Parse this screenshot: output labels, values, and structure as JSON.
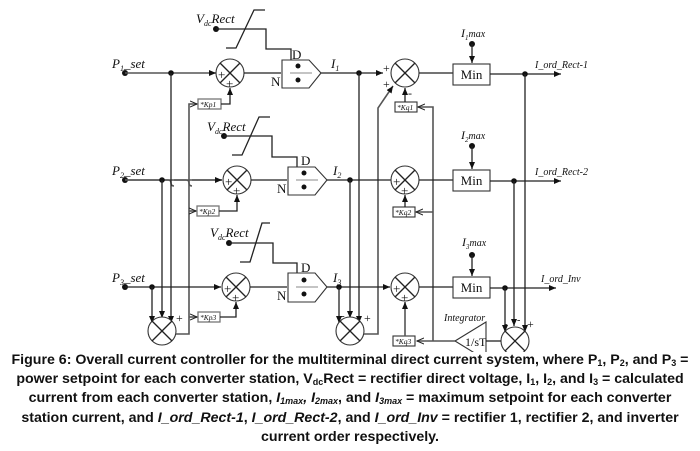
{
  "figure": {
    "number_label": "Figure 6:",
    "caption_lines": [
      [
        {
          "t": "Figure 6: Overall current controller for the multiterminal direct current system, where P"
        },
        {
          "sub": "1"
        },
        {
          "t": ", P"
        },
        {
          "sub": "2"
        },
        {
          "t": ", and P"
        },
        {
          "sub": "3"
        },
        {
          "t": " ="
        }
      ],
      [
        {
          "t": "power setpoint for each converter station, V"
        },
        {
          "sub": "dc"
        },
        {
          "t": "Rect = rectifier direct voltage, I"
        },
        {
          "sub": "1"
        },
        {
          "t": ", I"
        },
        {
          "sub": "2"
        },
        {
          "t": ", and I"
        },
        {
          "sub": "3"
        },
        {
          "t": " = calculated"
        }
      ],
      [
        {
          "t": "current from each converter station, "
        },
        {
          "i": "I"
        },
        {
          "isub": "1max"
        },
        {
          "i": ", I"
        },
        {
          "isub": "2max"
        },
        {
          "t": ", and "
        },
        {
          "i": "I"
        },
        {
          "isub": "3max"
        },
        {
          "t": " = maximum setpoint for each converter"
        }
      ],
      [
        {
          "t": "station current, and "
        },
        {
          "i": "I_ord_Rect-1"
        },
        {
          "t": ", "
        },
        {
          "i": "I_ord_Rect-2"
        },
        {
          "t": ", and "
        },
        {
          "i": "I_ord_Inv"
        },
        {
          "t": " = rectifier 1, rectifier 2, and inverter"
        }
      ],
      [
        {
          "t": "current order respectively."
        }
      ]
    ]
  },
  "diagram": {
    "inputs": [
      {
        "main": "P",
        "sub": "1",
        "rest": "_set"
      },
      {
        "main": "P",
        "sub": "2",
        "rest": "_set"
      },
      {
        "main": "P",
        "sub": "3",
        "rest": "_set"
      }
    ],
    "vdc_label": {
      "main": "V",
      "sub": "dc",
      "rest": "Rect"
    },
    "divider": {
      "num_label": "N",
      "den_label": "D"
    },
    "currents": [
      {
        "main": "I",
        "sub": "1"
      },
      {
        "main": "I",
        "sub": "2"
      },
      {
        "main": "I",
        "sub": "3"
      }
    ],
    "kp_gains": [
      "*Kp1",
      "*Kp2",
      "*Kp3"
    ],
    "kq_gains": [
      "*Kq1",
      "*Kq2",
      "*Kq3"
    ],
    "max_labels": [
      {
        "main": "I",
        "sub": "1",
        "rest": "max"
      },
      {
        "main": "I",
        "sub": "2",
        "rest": "max"
      },
      {
        "main": "I",
        "sub": "3",
        "rest": "max"
      }
    ],
    "min_label": "Min",
    "outputs": [
      "I_ord_Rect-1",
      "I_ord_Rect-2",
      "I_ord_Inv"
    ],
    "integrator": {
      "title": "Integrator",
      "tf": "1/sT"
    },
    "signs": {
      "plus": "+",
      "minus": "-"
    }
  }
}
